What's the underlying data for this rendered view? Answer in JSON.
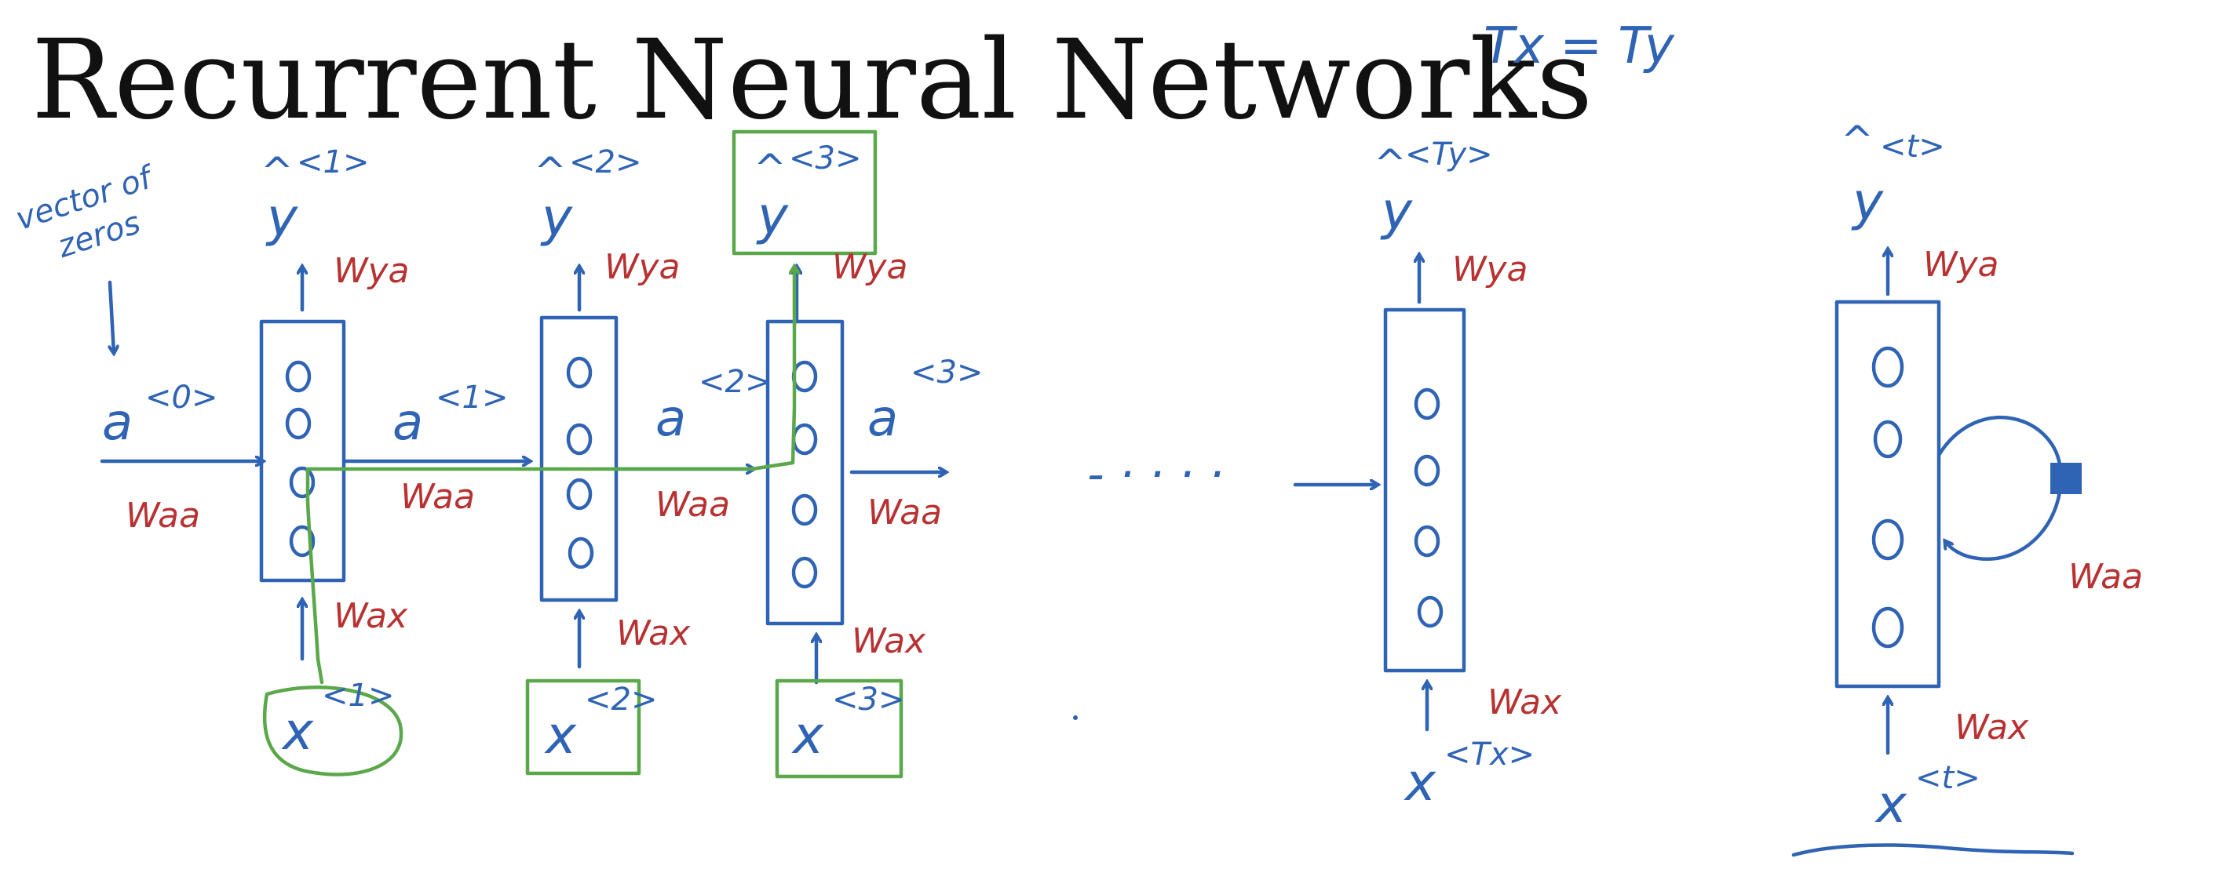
{
  "title": "Recurrent Neural Networks",
  "condition": "Tx = Ty",
  "initial_note": {
    "line1": "vector of",
    "line2": "zeros"
  },
  "initial_activation": {
    "base": "a",
    "sup": "<0>"
  },
  "dots": "- · · · ·",
  "weights": {
    "ya": "Wya",
    "aa": "Waa",
    "ax": "Wax"
  },
  "steps": [
    {
      "y_sup": "<1>",
      "a_sup": "<1>",
      "x_sup": "<1>"
    },
    {
      "y_sup": "<2>",
      "a_sup": "<2>",
      "x_sup": "<2>"
    },
    {
      "y_sup": "<3>",
      "a_sup": "<3>",
      "x_sup": "<3>"
    }
  ],
  "final_step": {
    "y_sup": "<Ty>",
    "x_sup": "<Tx>"
  },
  "recurrent_step": {
    "y_sup": "<t>",
    "x_sup": "<t>"
  },
  "symbols": {
    "y": "y",
    "hat": "^",
    "x": "x",
    "a": "a"
  },
  "colors": {
    "blue_ink": "#2f63b4",
    "red_ink": "#b83232",
    "green_ink": "#5aa84a",
    "title_ink": "#111111"
  }
}
